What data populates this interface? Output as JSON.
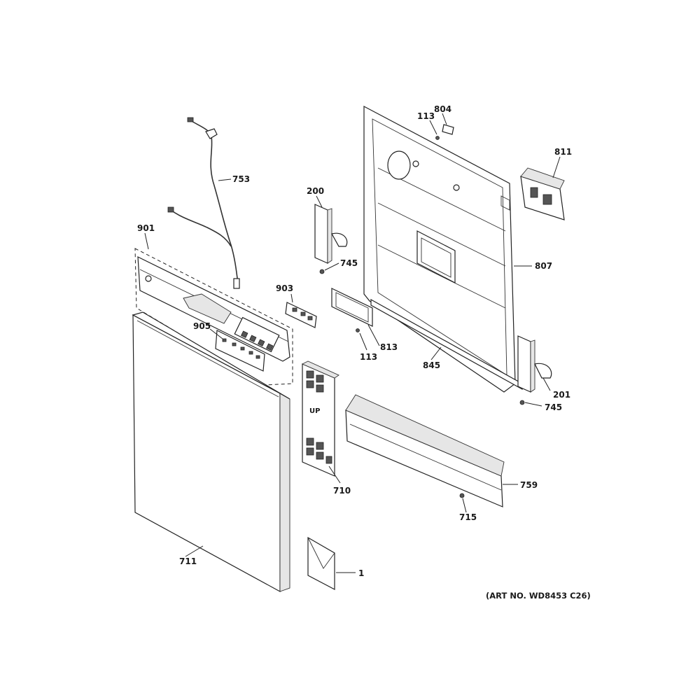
{
  "labels": {
    "p753": "753",
    "p901": "901",
    "p903": "903",
    "p905": "905",
    "p711": "711",
    "p710": "710",
    "p1": "1",
    "p200": "200",
    "p745a": "745",
    "p113a": "113",
    "p804": "804",
    "p811": "811",
    "p807": "807",
    "p813": "813",
    "p113b": "113",
    "p845": "845",
    "p201": "201",
    "p745b": "745",
    "p759": "759",
    "p715": "715"
  },
  "parts_text": {
    "up_marking": "UP"
  },
  "art_number": "(ART NO. WD8453 C26)"
}
